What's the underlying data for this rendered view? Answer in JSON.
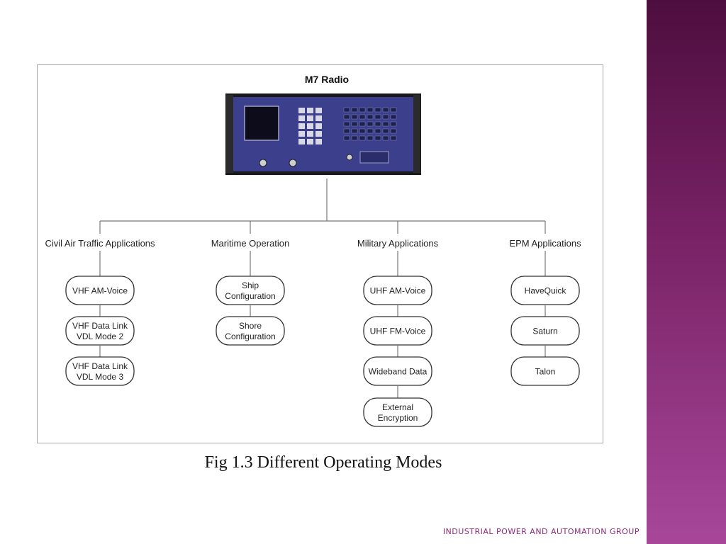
{
  "diagram": {
    "title": "M7 Radio",
    "caption": "Fig 1.3 Different Operating Modes",
    "categories": [
      {
        "label": "Civil Air Traffic Applications",
        "nodes": [
          [
            "VHF AM-Voice"
          ],
          [
            "VHF Data Link",
            "VDL Mode 2"
          ],
          [
            "VHF Data Link",
            "VDL Mode 3"
          ]
        ]
      },
      {
        "label": "Maritime Operation",
        "nodes": [
          [
            "Ship",
            "Configuration"
          ],
          [
            "Shore",
            "Configuration"
          ]
        ]
      },
      {
        "label": "Military Applications",
        "nodes": [
          [
            "UHF AM-Voice"
          ],
          [
            "UHF FM-Voice"
          ],
          [
            "Wideband Data"
          ],
          [
            "External",
            "Encryption"
          ]
        ]
      },
      {
        "label": "EPM Applications",
        "nodes": [
          [
            "HaveQuick"
          ],
          [
            "Saturn"
          ],
          [
            "Talon"
          ]
        ]
      }
    ]
  },
  "footer": {
    "text": "INDUSTRIAL POWER AND AUTOMATION GROUP"
  },
  "theme": {
    "side_band_color": "#7a2367",
    "footer_color": "#8a2a7a",
    "radio_panel_color": "#3b3f8c"
  }
}
